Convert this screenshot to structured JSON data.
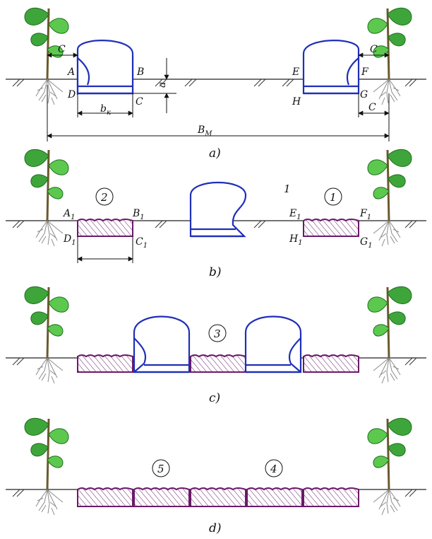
{
  "panels": [
    {
      "caption": "a)",
      "point_labels": {
        "A": "A",
        "B": "B",
        "C": "C",
        "D": "D",
        "E": "E",
        "F": "F",
        "G": "G",
        "H": "H"
      },
      "dimension_labels": {
        "c_left": "C",
        "c_right_top": "C",
        "c_right_bottom": "C",
        "a": "a",
        "bk_main": "b",
        "bk_sub": "к",
        "bm_main": "B",
        "bm_sub": "M"
      }
    },
    {
      "caption": "b)",
      "point_labels": {
        "A": "A",
        "B": "B",
        "C": "C",
        "D": "D",
        "E": "E",
        "F": "F",
        "G": "G",
        "H": "H"
      },
      "subscript": "1",
      "numbers": {
        "pass_2": "2",
        "pass_1": "1",
        "label_1": "1"
      }
    },
    {
      "caption": "c)",
      "numbers": {
        "pass_3": "3"
      }
    },
    {
      "caption": "d)",
      "numbers": {
        "pass_5": "5",
        "pass_4": "4"
      }
    }
  ],
  "colors": {
    "body": "#1f2fb8",
    "block": "#6a1a6a",
    "leaf": "#3ea53a",
    "stem": "#6b5a2c"
  }
}
